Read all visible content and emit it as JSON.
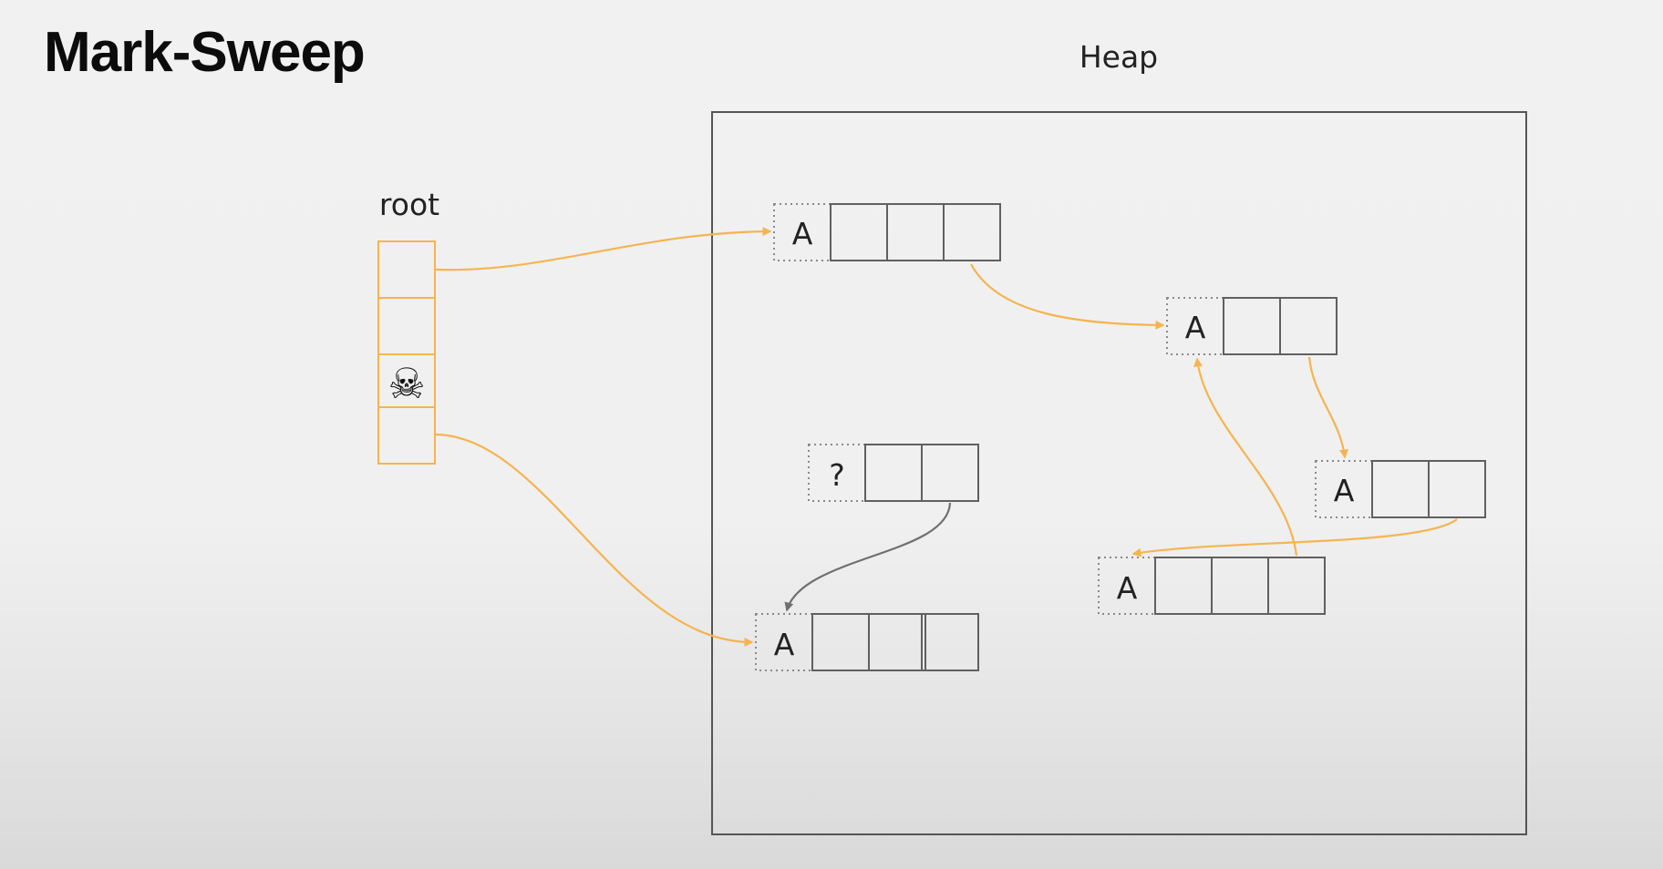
{
  "slide": {
    "title": "Mark-Sweep"
  },
  "heap": {
    "label": "Heap"
  },
  "root": {
    "label": "root",
    "slot_count": 4,
    "dead_slot_symbol": "☠"
  },
  "objects": {
    "obj_top": {
      "header": "A",
      "fields": 3,
      "marked": true
    },
    "obj_right_upper": {
      "header": "A",
      "fields": 2,
      "marked": true
    },
    "obj_right_middle": {
      "header": "A",
      "fields": 2,
      "marked": true
    },
    "obj_right_lower": {
      "header": "A",
      "fields": 3,
      "marked": true
    },
    "obj_unknown": {
      "header": "?",
      "fields": 2,
      "marked": false
    },
    "obj_bottom_left": {
      "header": "A",
      "fields": 3,
      "marked": true
    }
  },
  "references": [
    {
      "from": "root.slot1",
      "to": "obj_top",
      "kind": "marked"
    },
    {
      "from": "root.slot4",
      "to": "obj_bottom_left",
      "kind": "marked"
    },
    {
      "from": "obj_top.field3",
      "to": "obj_right_upper",
      "kind": "marked"
    },
    {
      "from": "obj_right_upper.field2",
      "to": "obj_right_middle",
      "kind": "marked"
    },
    {
      "from": "obj_right_middle.field2",
      "to": "obj_right_lower",
      "kind": "marked"
    },
    {
      "from": "obj_right_lower.field3",
      "to": "obj_right_upper",
      "kind": "marked"
    },
    {
      "from": "obj_unknown.field2",
      "to": "obj_bottom_left",
      "kind": "unmarked"
    }
  ],
  "colors": {
    "marked": "#f5b450",
    "unmarked": "#6f6f6f",
    "box_stroke": "#606060",
    "header_dots": "#8a8a8a",
    "heap_border": "#555555"
  }
}
